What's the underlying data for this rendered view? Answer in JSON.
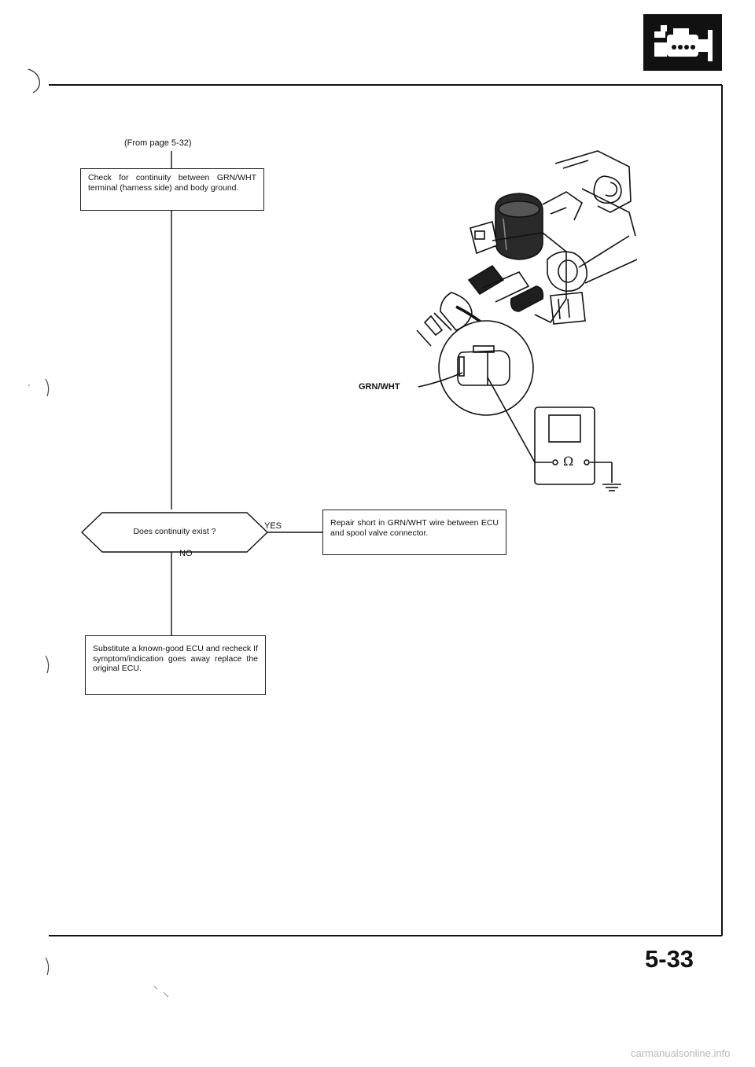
{
  "flowchart": {
    "from_ref": "(From page 5-32)",
    "step_check": "Check for continuity between GRN/WHT terminal (harness side) and body ground.",
    "decision": "Does continuity exist ?",
    "yes_label": "YES",
    "no_label": "NO",
    "step_repair": "Repair short in GRN/WHT wire between ECU and spool valve connector.",
    "step_substitute": "Substitute a known-good ECU and recheck If symptom/indication goes away replace the original ECU."
  },
  "illustration": {
    "wire_label": "GRN/WHT",
    "ohm_symbol": "Ω"
  },
  "footer": {
    "page_number": "5-33",
    "site": "carmanualsonline.info"
  },
  "icons": [
    "engine-section-icon"
  ]
}
